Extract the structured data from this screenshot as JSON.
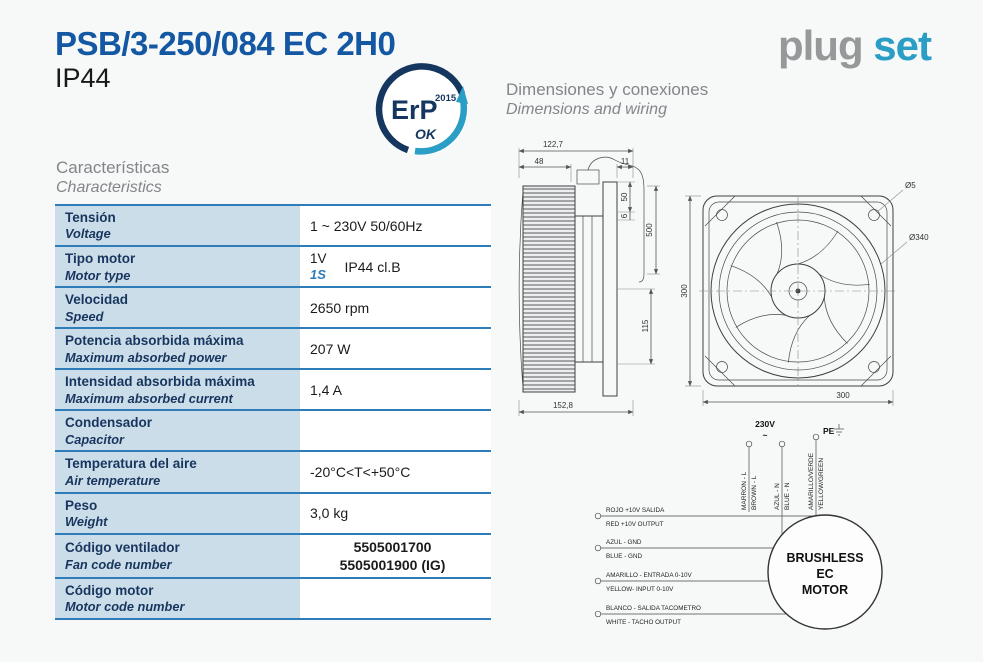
{
  "header": {
    "title": "PSB/3-250/084 EC 2H0",
    "ip_rating": "IP44",
    "logo_plug": "plug",
    "logo_set": "set"
  },
  "erp_badge": {
    "name": "ErP",
    "year": "2015",
    "status": "OK"
  },
  "characteristics": {
    "heading_es": "Características",
    "heading_en": "Characteristics",
    "rows": [
      {
        "label_es": "Tensión",
        "label_en": "Voltage",
        "value": "1 ~ 230V 50/60Hz"
      },
      {
        "label_es": "Tipo motor",
        "label_en": "Motor type",
        "value_a": "1V",
        "value_b": "1S",
        "value_c": "IP44 cl.B"
      },
      {
        "label_es": "Velocidad",
        "label_en": "Speed",
        "value": "2650 rpm"
      },
      {
        "label_es": "Potencia absorbida máxima",
        "label_en": "Maximum absorbed power",
        "value": "207 W"
      },
      {
        "label_es": "Intensidad absorbida máxima",
        "label_en": "Maximum absorbed current",
        "value": "1,4 A"
      },
      {
        "label_es": "Condensador",
        "label_en": "Capacitor",
        "value": ""
      },
      {
        "label_es": "Temperatura del aire",
        "label_en": "Air temperature",
        "value": "-20°C<T<+50°C"
      },
      {
        "label_es": "Peso",
        "label_en": "Weight",
        "value": "3,0 kg"
      },
      {
        "label_es": "Código ventilador",
        "label_en": "Fan code number",
        "value_line1": "5505001700",
        "value_line2": "5505001900 (IG)"
      },
      {
        "label_es": "Código motor",
        "label_en": "Motor code number",
        "value": ""
      }
    ]
  },
  "dimensions_header": {
    "es": "Dimensiones y conexiones",
    "en": "Dimensions and wiring"
  },
  "drawing": {
    "side": {
      "width_total": "122,7",
      "width_front": "48",
      "width_tab": "11",
      "offset_top": "50",
      "gap": "6",
      "cable_length": "500",
      "motor_depth": "115",
      "depth_total": "152,8"
    },
    "front": {
      "hole_dia": "Ø5",
      "fan_dia": "Ø340",
      "height": "300",
      "width": "300"
    }
  },
  "wiring": {
    "supply_label": "230V",
    "supply_wave": "~",
    "pe_label": "PE",
    "top_wires": [
      {
        "es": "MARRON - L",
        "en": "BROWN - L"
      },
      {
        "es": "AZUL - N",
        "en": "BLUE - N"
      },
      {
        "es": "AMARILLO/VERDE",
        "en": "YELLOW/GREEN"
      }
    ],
    "side_wires": [
      {
        "es": "ROJO +10V SALIDA",
        "en": "RED +10V OUTPUT"
      },
      {
        "es": "AZUL - GND",
        "en": "BLUE - GND"
      },
      {
        "es": "AMARILLO - ENTRADA 0-10V",
        "en": "YELLOW- INPUT 0-10V"
      },
      {
        "es": "BLANCO - SALIDA TACOMETRO",
        "en": "WHITE - TACHO OUTPUT"
      }
    ],
    "motor": {
      "line1": "BRUSHLESS",
      "line2": "EC",
      "line3": "MOTOR"
    }
  }
}
